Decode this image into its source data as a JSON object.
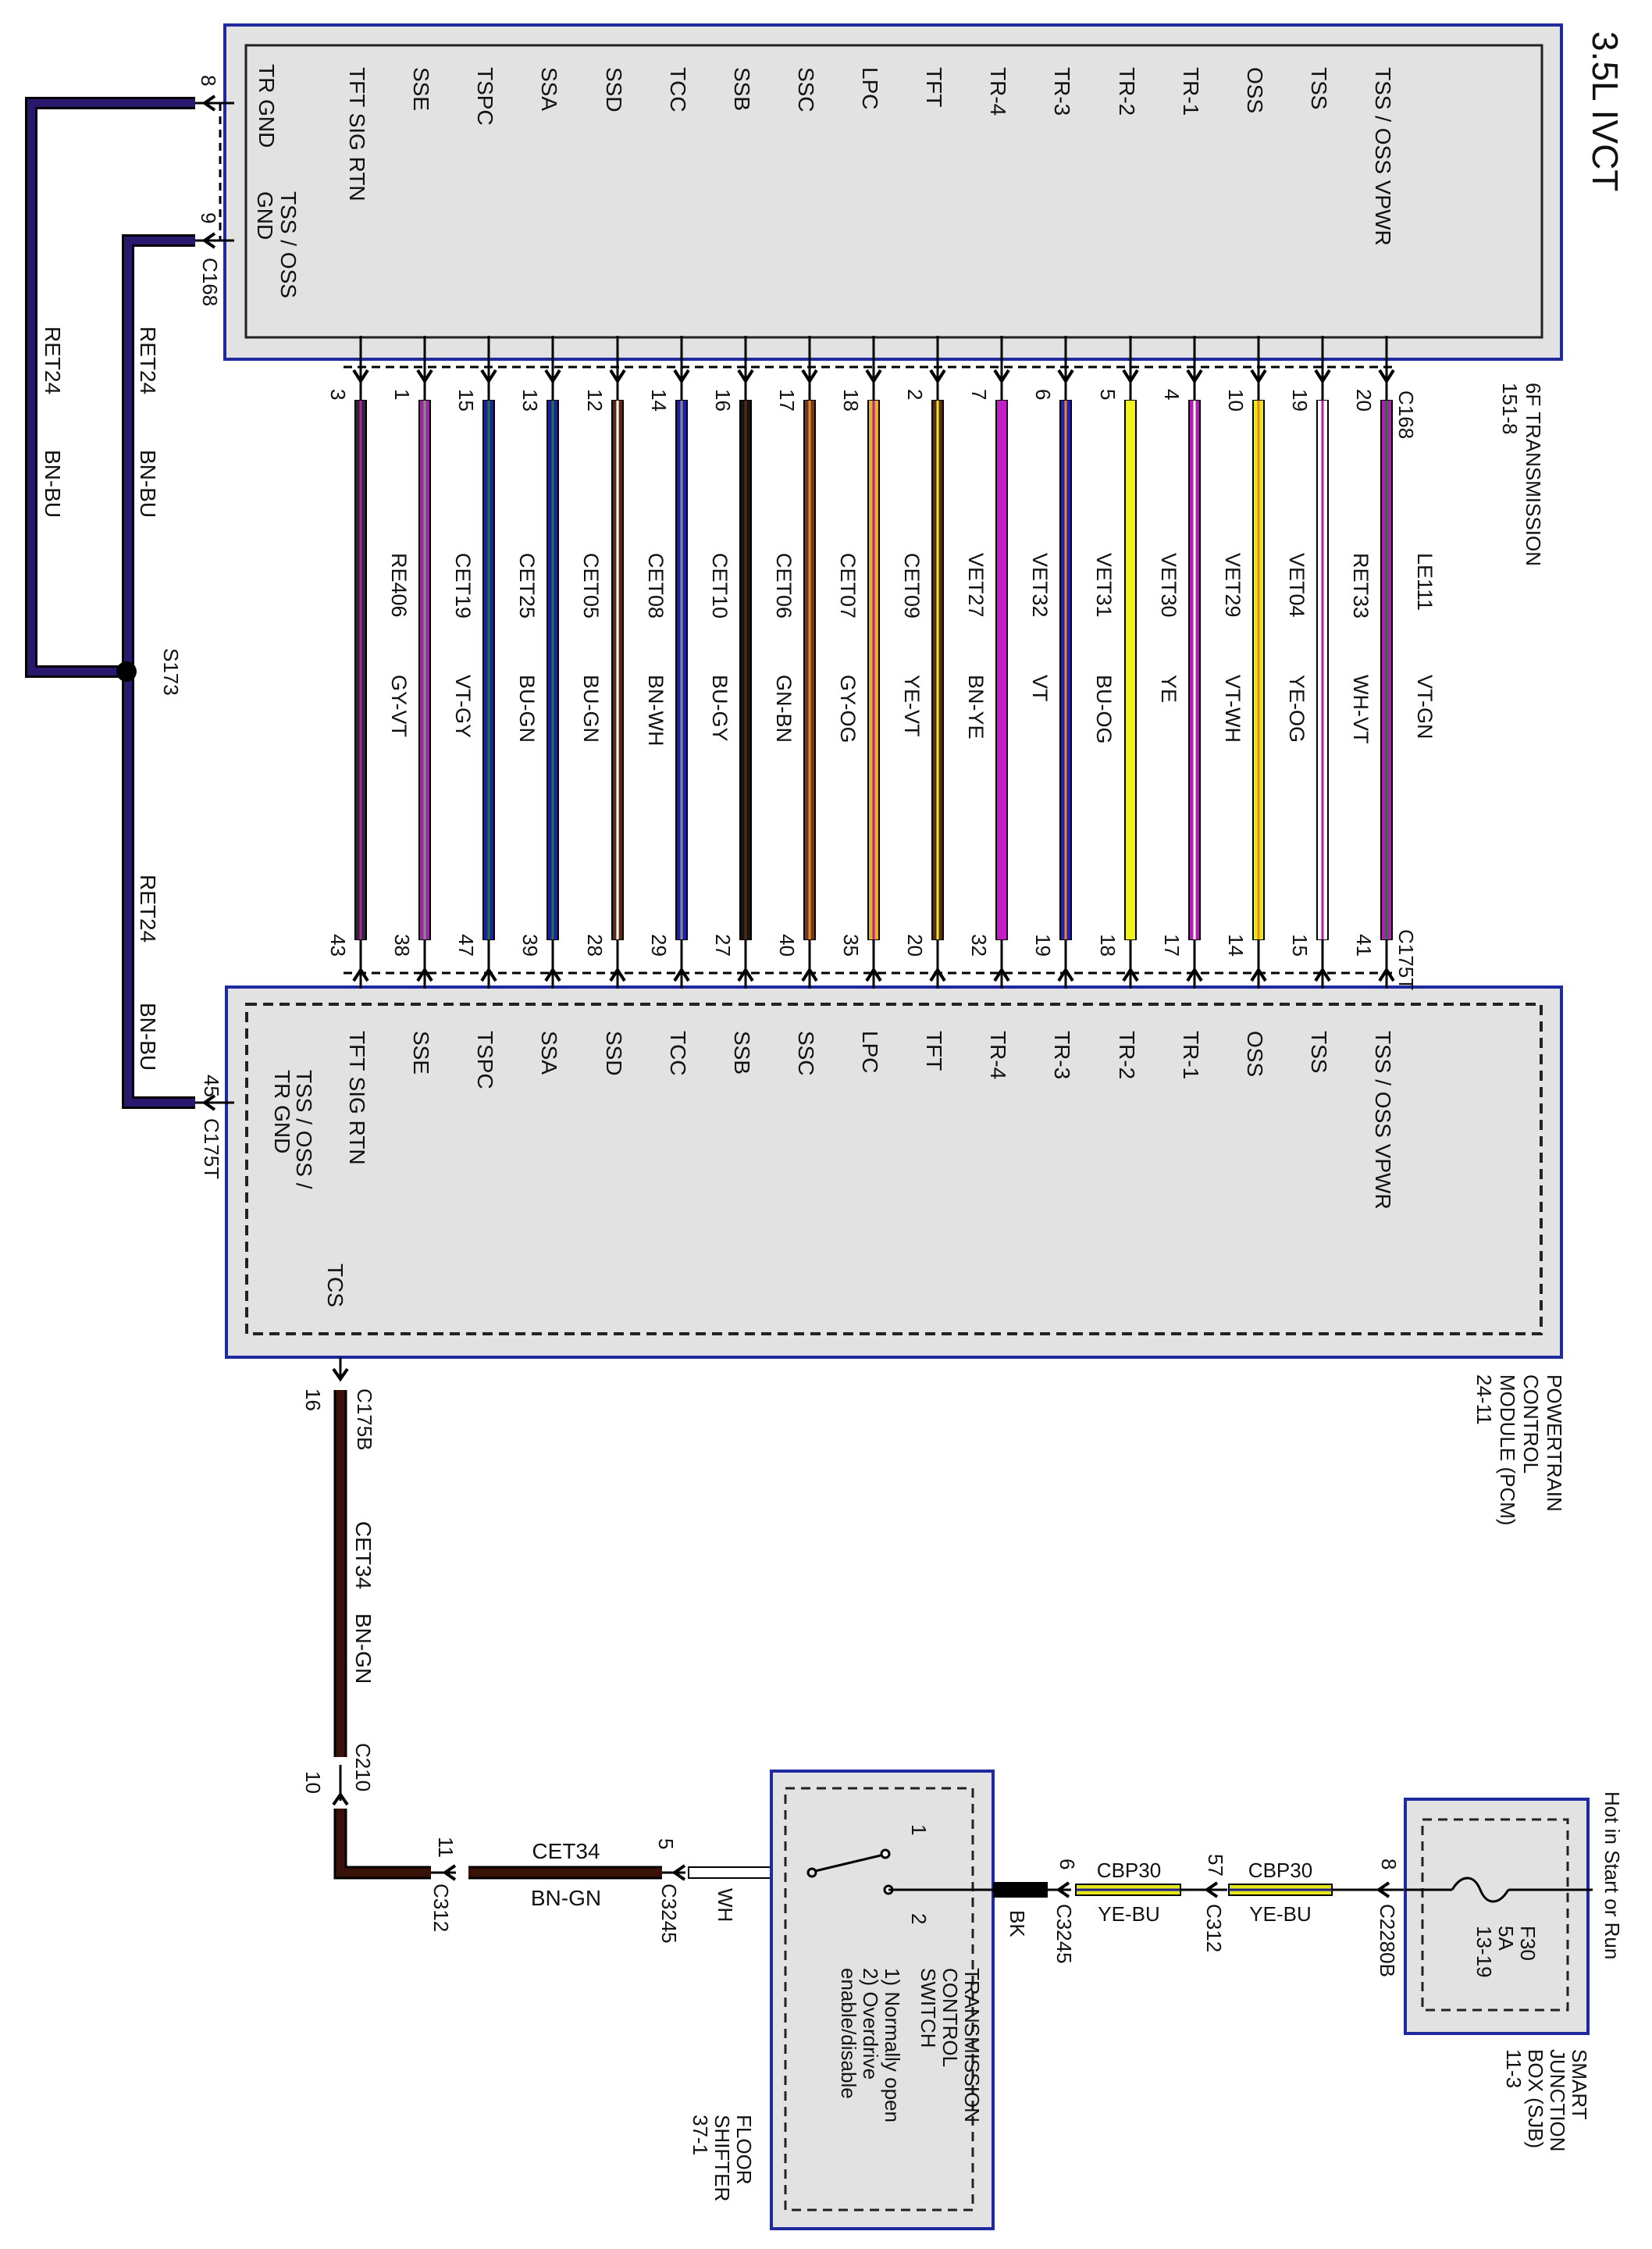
{
  "title": "3.5L IVCT",
  "colors": {
    "module_fill": "#e2e2e2",
    "module_border": "#1f2a9e",
    "wire_outline": "#000000",
    "ground_wire": "#2a176e",
    "shifter_wire": "#3a1208",
    "WH": "#ffffff",
    "BK": "#000000",
    "YE-BU": "#e5e51a"
  },
  "transmission": {
    "name": "6F TRANSMISSION",
    "ref": "151-8",
    "connector": "C168",
    "tr_gnd": "TR GND",
    "tss_oss_gnd_1": "TSS / OSS",
    "tss_oss_gnd_2": "GND",
    "gnd_pin_8": "8",
    "gnd_pin_9": "9",
    "gnd_connector": "C168"
  },
  "pcm": {
    "name_1": "POWERTRAIN",
    "name_2": "CONTROL",
    "name_3": "MODULE (PCM)",
    "ref": "24-11",
    "connector": "C175T",
    "tcs": "TCS",
    "gnd_label_1": "TSS / OSS /",
    "gnd_label_2": "TR GND",
    "gnd_pin": "45",
    "gnd_connector": "C175T"
  },
  "ground": {
    "circuit": "RET24",
    "color": "BN-BU",
    "splice": "S173"
  },
  "wires": [
    {
      "sig": "TSS / OSS VPWR",
      "tp": "20",
      "pp": "41",
      "circuit": "LE111",
      "color": "VT-GN",
      "hex": "#b21eb0",
      "stripe": "#1c7a30"
    },
    {
      "sig": "TSS",
      "tp": "19",
      "pp": "15",
      "circuit": "RET33",
      "color": "WH-VT",
      "hex": "#ffffff",
      "stripe": "#b21eb0"
    },
    {
      "sig": "OSS",
      "tp": "10",
      "pp": "14",
      "circuit": "VET04",
      "color": "YE-OG",
      "hex": "#e8e81c",
      "stripe": "#e88a1c"
    },
    {
      "sig": "TR-1",
      "tp": "4",
      "pp": "17",
      "circuit": "VET29",
      "color": "VT-WH",
      "hex": "#b21eb0",
      "stripe": "#ffffff"
    },
    {
      "sig": "TR-2",
      "tp": "5",
      "pp": "18",
      "circuit": "VET30",
      "color": "YE",
      "hex": "#f2f21e",
      "stripe": "#f2f21e"
    },
    {
      "sig": "TR-3",
      "tp": "6",
      "pp": "19",
      "circuit": "VET31",
      "color": "BU-OG",
      "hex": "#2222b8",
      "stripe": "#e88a1c"
    },
    {
      "sig": "TR-4",
      "tp": "7",
      "pp": "32",
      "circuit": "VET32",
      "color": "VT",
      "hex": "#c21ec8",
      "stripe": "#c21ec8"
    },
    {
      "sig": "TFT",
      "tp": "2",
      "pp": "20",
      "circuit": "VET27",
      "color": "BN-YE",
      "hex": "#5a2a14",
      "stripe": "#e8e81c"
    },
    {
      "sig": "LPC",
      "tp": "18",
      "pp": "35",
      "circuit": "CET09",
      "color": "YE-VT",
      "hex": "#e8b41c",
      "stripe": "#b21eb0"
    },
    {
      "sig": "SSC",
      "tp": "17",
      "pp": "40",
      "circuit": "CET07",
      "color": "GY-OG",
      "hex": "#6e3a24",
      "stripe": "#e88a1c"
    },
    {
      "sig": "SSB",
      "tp": "16",
      "pp": "27",
      "circuit": "CET06",
      "color": "GN-BN",
      "hex": "#141414",
      "stripe": "#5a2a14"
    },
    {
      "sig": "TCC",
      "tp": "14",
      "pp": "29",
      "circuit": "CET10",
      "color": "BU-GY",
      "hex": "#1e1ea8",
      "stripe": "#8a8a8a"
    },
    {
      "sig": "SSD",
      "tp": "12",
      "pp": "28",
      "circuit": "CET08",
      "color": "BN-WH",
      "hex": "#5a2a14",
      "stripe": "#ffffff"
    },
    {
      "sig": "SSA",
      "tp": "13",
      "pp": "39",
      "circuit": "CET05",
      "color": "BU-GN",
      "hex": "#1e1ea8",
      "stripe": "#1c7a30"
    },
    {
      "sig": "TSPC",
      "tp": "15",
      "pp": "47",
      "circuit": "CET25",
      "color": "BU-GN",
      "hex": "#1e1ea8",
      "stripe": "#1c7a30"
    },
    {
      "sig": "SSE",
      "tp": "1",
      "pp": "38",
      "circuit": "CET19",
      "color": "VT-GY",
      "hex": "#9a2aa0",
      "stripe": "#8a8a8a"
    },
    {
      "sig": "TFT SIG RTN",
      "tp": "3",
      "pp": "43",
      "circuit": "RE406",
      "color": "GY-VT",
      "hex": "#2a2a2a",
      "stripe": "#b21eb0"
    }
  ],
  "shifter_wire": {
    "pcm_pin": "16",
    "pcm_connector": "C175B",
    "circuit": "CET34",
    "color": "BN-GN",
    "inline_connector": "C210",
    "inline_pin": "10",
    "c312_pin": "11",
    "c312": "C312",
    "c3245_pin": "5",
    "c3245": "C3245",
    "wh": "WH"
  },
  "switch": {
    "title_1": "TRANSMISSION",
    "title_2": "CONTROL",
    "title_3": "SWITCH",
    "note_1": "1) Normally open",
    "note_2": "2) Overdrive",
    "note_3": "enable/disable",
    "pole_1": "1",
    "pole_2": "2",
    "module_1": "FLOOR",
    "module_2": "SHIFTER",
    "module_ref": "37-1"
  },
  "power_wire": {
    "bk": "BK",
    "c3245_pin": "6",
    "c3245": "C3245",
    "circuit_a": "CBP30",
    "color_a": "YE-BU",
    "c312_pin": "57",
    "c312": "C312",
    "circuit_b": "CBP30",
    "color_b": "YE-BU",
    "c2280b_pin": "8",
    "c2280b": "C2280B"
  },
  "sjb": {
    "hot_label": "Hot in Start or Run",
    "fuse": "F30",
    "amps": "5A",
    "fuse_ref": "13-19",
    "name_1": "SMART",
    "name_2": "JUNCTION",
    "name_3": "BOX (SJB)",
    "ref": "11-3"
  }
}
